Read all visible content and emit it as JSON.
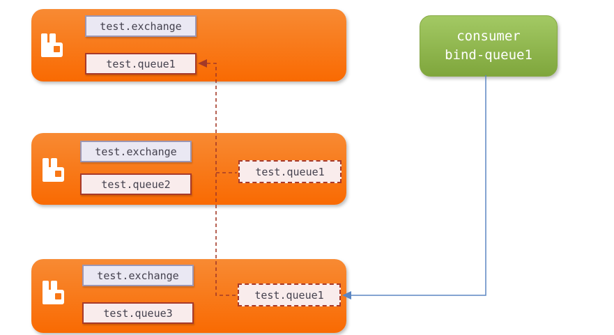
{
  "diagram": {
    "brokers": [
      {
        "exchange": "test.exchange",
        "queue": "test.queue1"
      },
      {
        "exchange": "test.exchange",
        "queue": "test.queue2",
        "remote_queue": "test.queue1"
      },
      {
        "exchange": "test.exchange",
        "queue": "test.queue3",
        "remote_queue": "test.queue1"
      }
    ],
    "consumer": {
      "line1": "consumer",
      "line2": "bind-queue1"
    },
    "colors": {
      "broker_orange_top": "#F88A33",
      "broker_orange_bottom": "#F96A02",
      "consumer_green_top": "#A3C964",
      "consumer_green_bottom": "#7FA63C",
      "exchange_bg": "#EAE8F3",
      "exchange_border": "#9B96B4",
      "queue_bg": "#F9ECEC",
      "queue_border": "#A73A2B",
      "binding_line": "#A33A28",
      "consumer_line": "#5B86C2",
      "icon_white": "#FFFFFF",
      "icon_hole_orange": "#F87715"
    }
  }
}
